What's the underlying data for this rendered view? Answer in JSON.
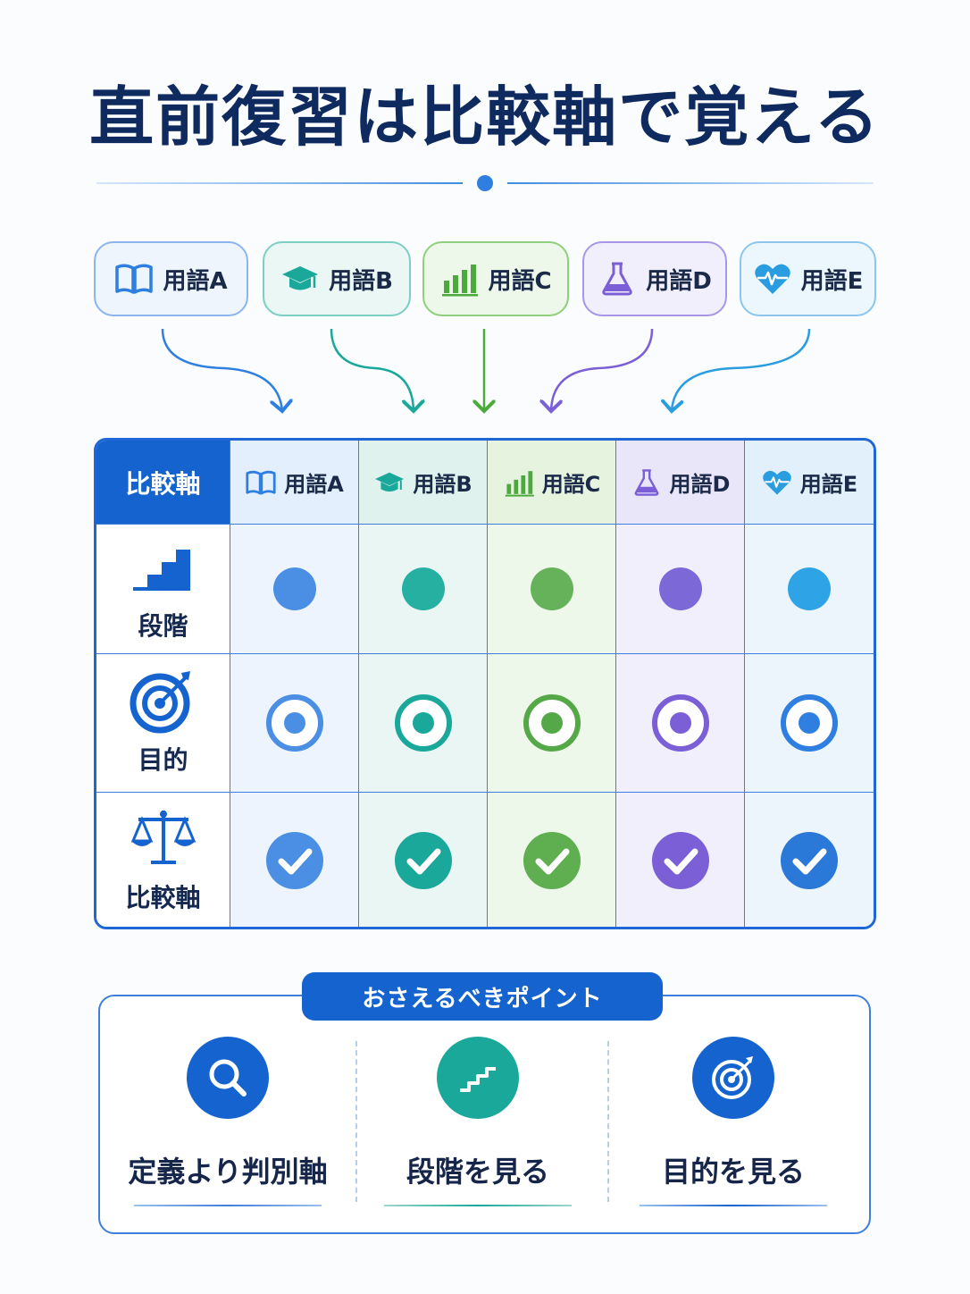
{
  "title": "直前復習は比較軸で覚える",
  "terms": [
    {
      "label": "用語A",
      "icon": "book-icon",
      "color": "#2f7fe0"
    },
    {
      "label": "用語B",
      "icon": "graduation-cap-icon",
      "color": "#1aa89a"
    },
    {
      "label": "用語C",
      "icon": "bar-chart-icon",
      "color": "#4caa3c"
    },
    {
      "label": "用語D",
      "icon": "flask-icon",
      "color": "#7a5fd6"
    },
    {
      "label": "用語E",
      "icon": "heartbeat-icon",
      "color": "#2a9de0"
    }
  ],
  "table": {
    "corner_label": "比較軸",
    "rows": [
      {
        "label": "段階",
        "icon": "stairs-icon",
        "mark": "dot"
      },
      {
        "label": "目的",
        "icon": "target-icon",
        "mark": "ring"
      },
      {
        "label": "比較軸",
        "icon": "scales-icon",
        "mark": "check"
      }
    ]
  },
  "points": {
    "badge": "おさえるべきポイント",
    "items": [
      {
        "label": "定義より判別軸",
        "icon": "search-icon",
        "color": "#1463cf"
      },
      {
        "label": "段階を見る",
        "icon": "stairs-icon",
        "color": "#1aa89a"
      },
      {
        "label": "目的を見る",
        "icon": "target-icon",
        "color": "#1463cf"
      }
    ]
  }
}
